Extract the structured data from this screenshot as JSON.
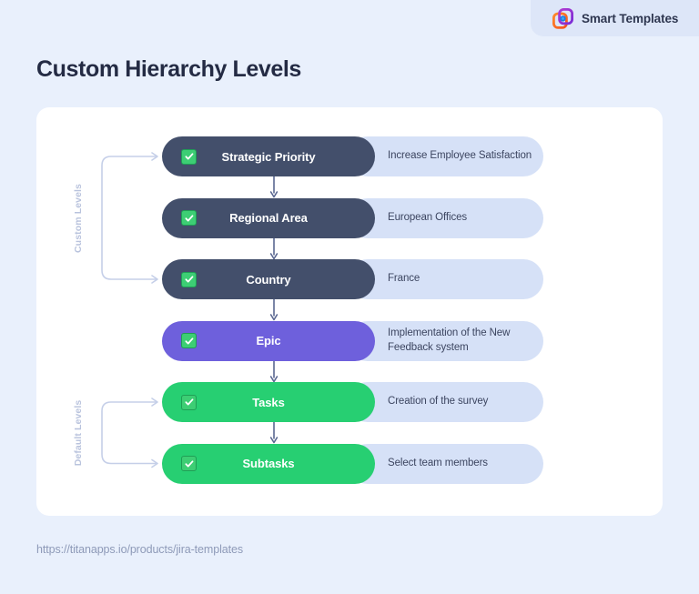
{
  "brand": {
    "name": "Smart Templates",
    "logo_icon": "smart-templates-logo-icon"
  },
  "page": {
    "title": "Custom Hierarchy Levels",
    "footer_url": "https://titanapps.io/products/jira-templates"
  },
  "colors": {
    "background": "#e9f0fc",
    "card": "#ffffff",
    "pill_dark": "#434f6b",
    "pill_epic": "#6e60dc",
    "pill_green": "#27cf72",
    "chip": "#d6e1f7",
    "checkbox": "#3dce74",
    "connector": "#5a6791",
    "bracket": "#c5cfe8",
    "group_label": "#b9c3dd",
    "title": "#242b44",
    "footer": "#8e9ab8"
  },
  "groups": [
    {
      "label": "Custom Levels",
      "first_row": 0,
      "last_row": 2
    },
    {
      "label": "Default Levels",
      "first_row": 4,
      "last_row": 5
    }
  ],
  "hierarchy": {
    "rows": [
      {
        "level": "Strategic Priority",
        "value": "Increase Employee Satisfaction",
        "style": "dark",
        "checked": true
      },
      {
        "level": "Regional Area",
        "value": "European Offices",
        "style": "dark",
        "checked": true
      },
      {
        "level": "Country",
        "value": "France",
        "style": "dark",
        "checked": true
      },
      {
        "level": "Epic",
        "value": "Implementation of the New Feedback system",
        "style": "epic",
        "checked": true
      },
      {
        "level": "Tasks",
        "value": "Creation of the survey",
        "style": "green",
        "checked": true
      },
      {
        "level": "Subtasks",
        "value": "Select team members",
        "style": "green",
        "checked": true
      }
    ]
  }
}
